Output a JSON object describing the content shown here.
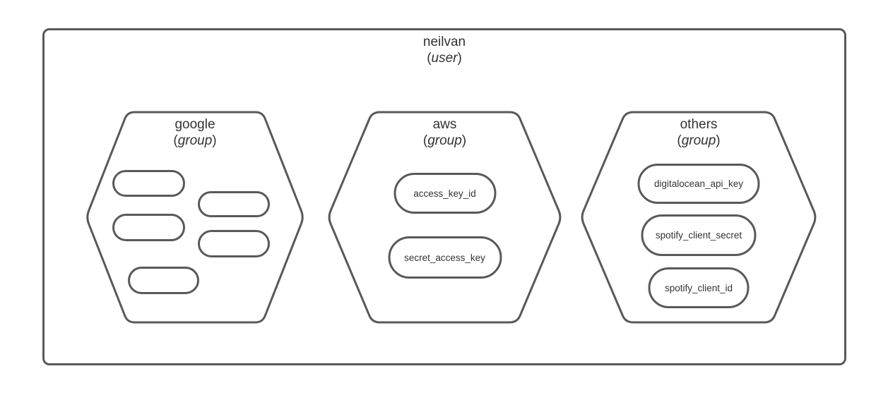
{
  "user": {
    "name": "neilvan",
    "type": "user"
  },
  "punct": {
    "open": "(",
    "close": ")"
  },
  "groups": [
    {
      "name": "google",
      "type": "group",
      "secrets": [],
      "empty_slots": 5
    },
    {
      "name": "aws",
      "type": "group",
      "secrets": [
        "access_key_id",
        "secret_access_key"
      ]
    },
    {
      "name": "others",
      "type": "group",
      "secrets": [
        "digitalocean_api_key",
        "spotify_client_secret",
        "spotify_client_id"
      ]
    }
  ],
  "colors": {
    "stroke": "#595959",
    "text": "#333333",
    "canvas": "#ffffff"
  }
}
